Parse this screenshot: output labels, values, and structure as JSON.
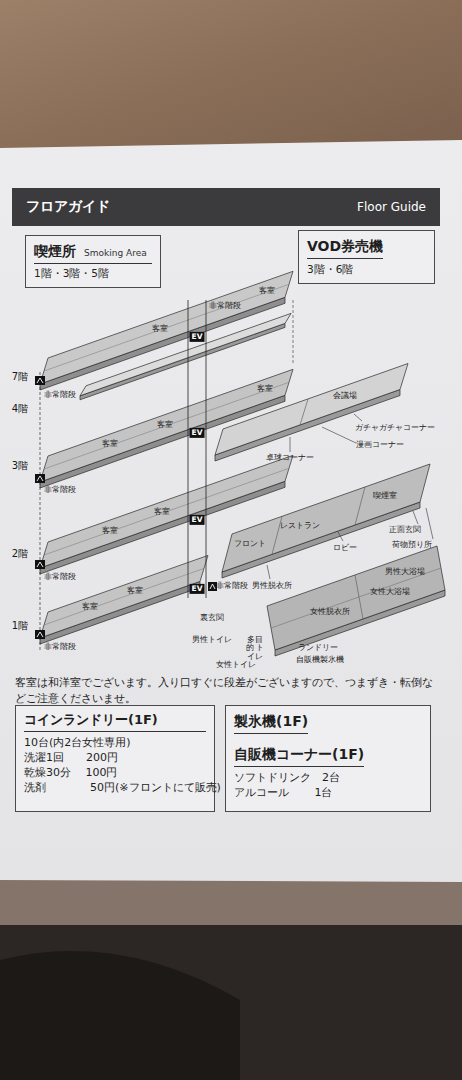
{
  "diagram": {
    "nodes": [
      {
        "text": [
          "フロアガイド",
          "Floor Guide"
        ]
      },
      {
        "text": [
          "喫煙所",
          "Smoking Area",
          "1階・3階・5階"
        ]
      },
      {
        "text": [
          "VOD券売機",
          "3階・6階"
        ]
      },
      {
        "text": [
          "コインランドリー(1F)",
          "10台(内2台女性専用)",
          "洗濯1回　　200円",
          "乾燥30分　 100円",
          "洗剤　　　　50円(※フロントにて販売)"
        ]
      },
      {
        "text": [
          "製氷機(1F)",
          "自販機コーナー(1F)",
          "ソフトドリンク　2台",
          "アルコール　　 1台"
        ]
      }
    ],
    "labels": [
      "7階",
      "4階",
      "3階",
      "2階",
      "1階",
      "非常階段",
      "客室",
      "客室",
      "EV",
      "非常階段",
      "非常階段",
      "客室",
      "客室",
      "EV",
      "客室",
      "会議場",
      "ガチャガチャコーナー",
      "漫画コーナー",
      "卓球コーナー",
      "非常階段",
      "客室",
      "客室",
      "EV",
      "喫煙室",
      "レストラン",
      "正面玄関",
      "荷物預り所",
      "フロント",
      "ロビー",
      "非常階段",
      "男性脱衣所",
      "男性大浴場",
      "女性大浴場",
      "女性脱衣所",
      "客室",
      "客室",
      "EV",
      "裏玄関",
      "男性トイレ",
      "多目的 トイレ",
      "ランドリー",
      "自販機製氷機",
      "女性トイレ",
      "非常階段",
      "客室は和洋室でございます。入り口すぐに段差がございますので、つまずき・転倒などご注意くださいませ。"
    ]
  }
}
